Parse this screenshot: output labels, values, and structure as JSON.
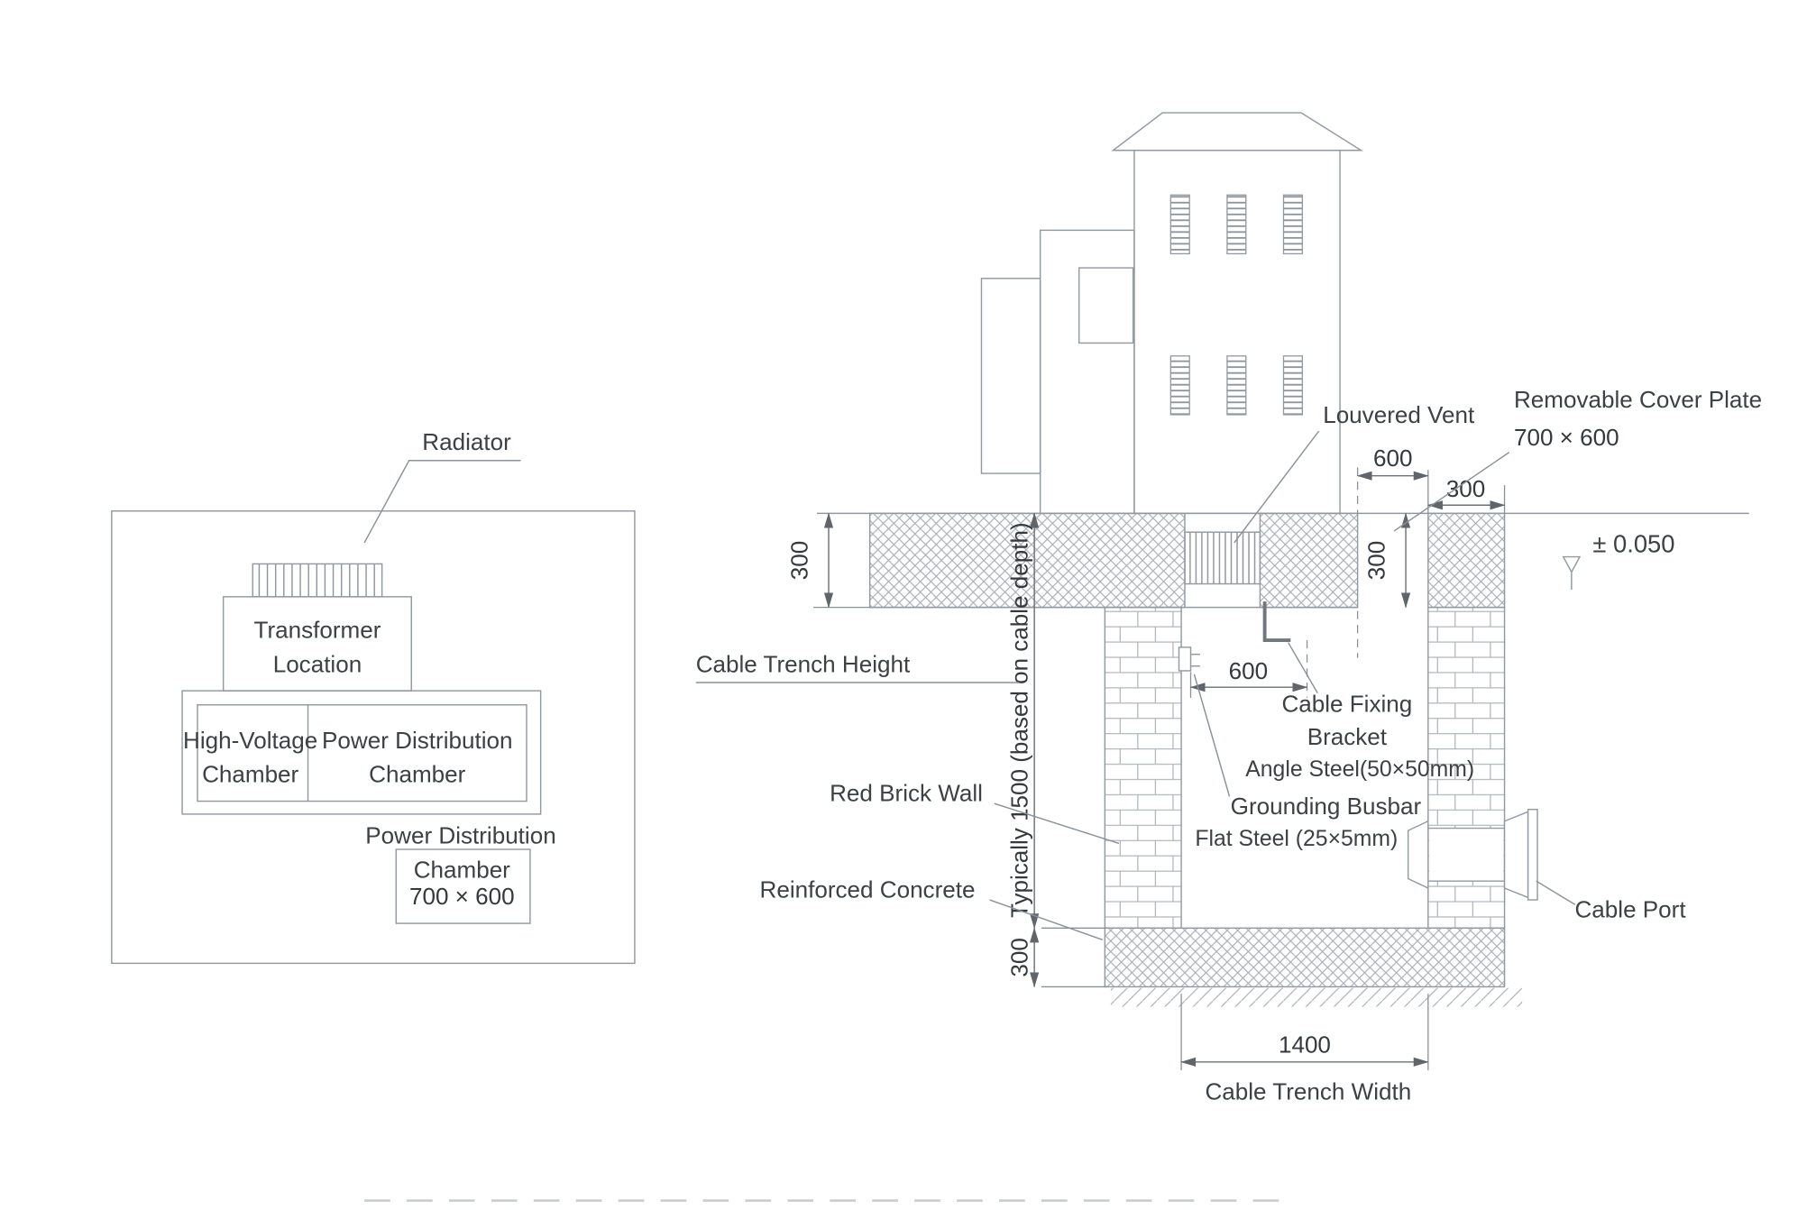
{
  "plan": {
    "radiator": "Radiator",
    "transformer1": "Transformer",
    "transformer2": "Location",
    "hv1": "High-Voltage",
    "hv2": "Chamber",
    "pd1": "Power Distribution",
    "pd2": "Chamber",
    "outlet1": "Power Distribution",
    "outlet2": "Chamber",
    "outlet_size": "700 × 600"
  },
  "sec": {
    "louvered_vent": "Louvered Vent",
    "cover1": "Removable Cover Plate",
    "cover_size": "700 × 600",
    "level": "± 0.050",
    "height_label": "Cable Trench Height",
    "depth_note": "Typically 1500 (based on cable depth)",
    "red_brick": "Red Brick Wall",
    "reinforced": "Reinforced Concrete",
    "fix1": "Cable Fixing",
    "fix2": "Bracket",
    "fix3": "Angle Steel(50×50mm)",
    "gnd1": "Grounding Busbar",
    "gnd2": "Flat Steel (25×5mm)",
    "port": "Cable Port",
    "width_label": "Cable Trench Width"
  },
  "dims": {
    "d600_top": "600",
    "d300_top": "300",
    "d300_slab_left": "300",
    "d300_slab_cover": "300",
    "d600_bracket": "600",
    "d300_bottom": "300",
    "d1400": "1400"
  },
  "colors": {
    "line": "#9199a1",
    "hatch": "#aab0b7",
    "text": "#3c4146",
    "background": "#ffffff"
  }
}
